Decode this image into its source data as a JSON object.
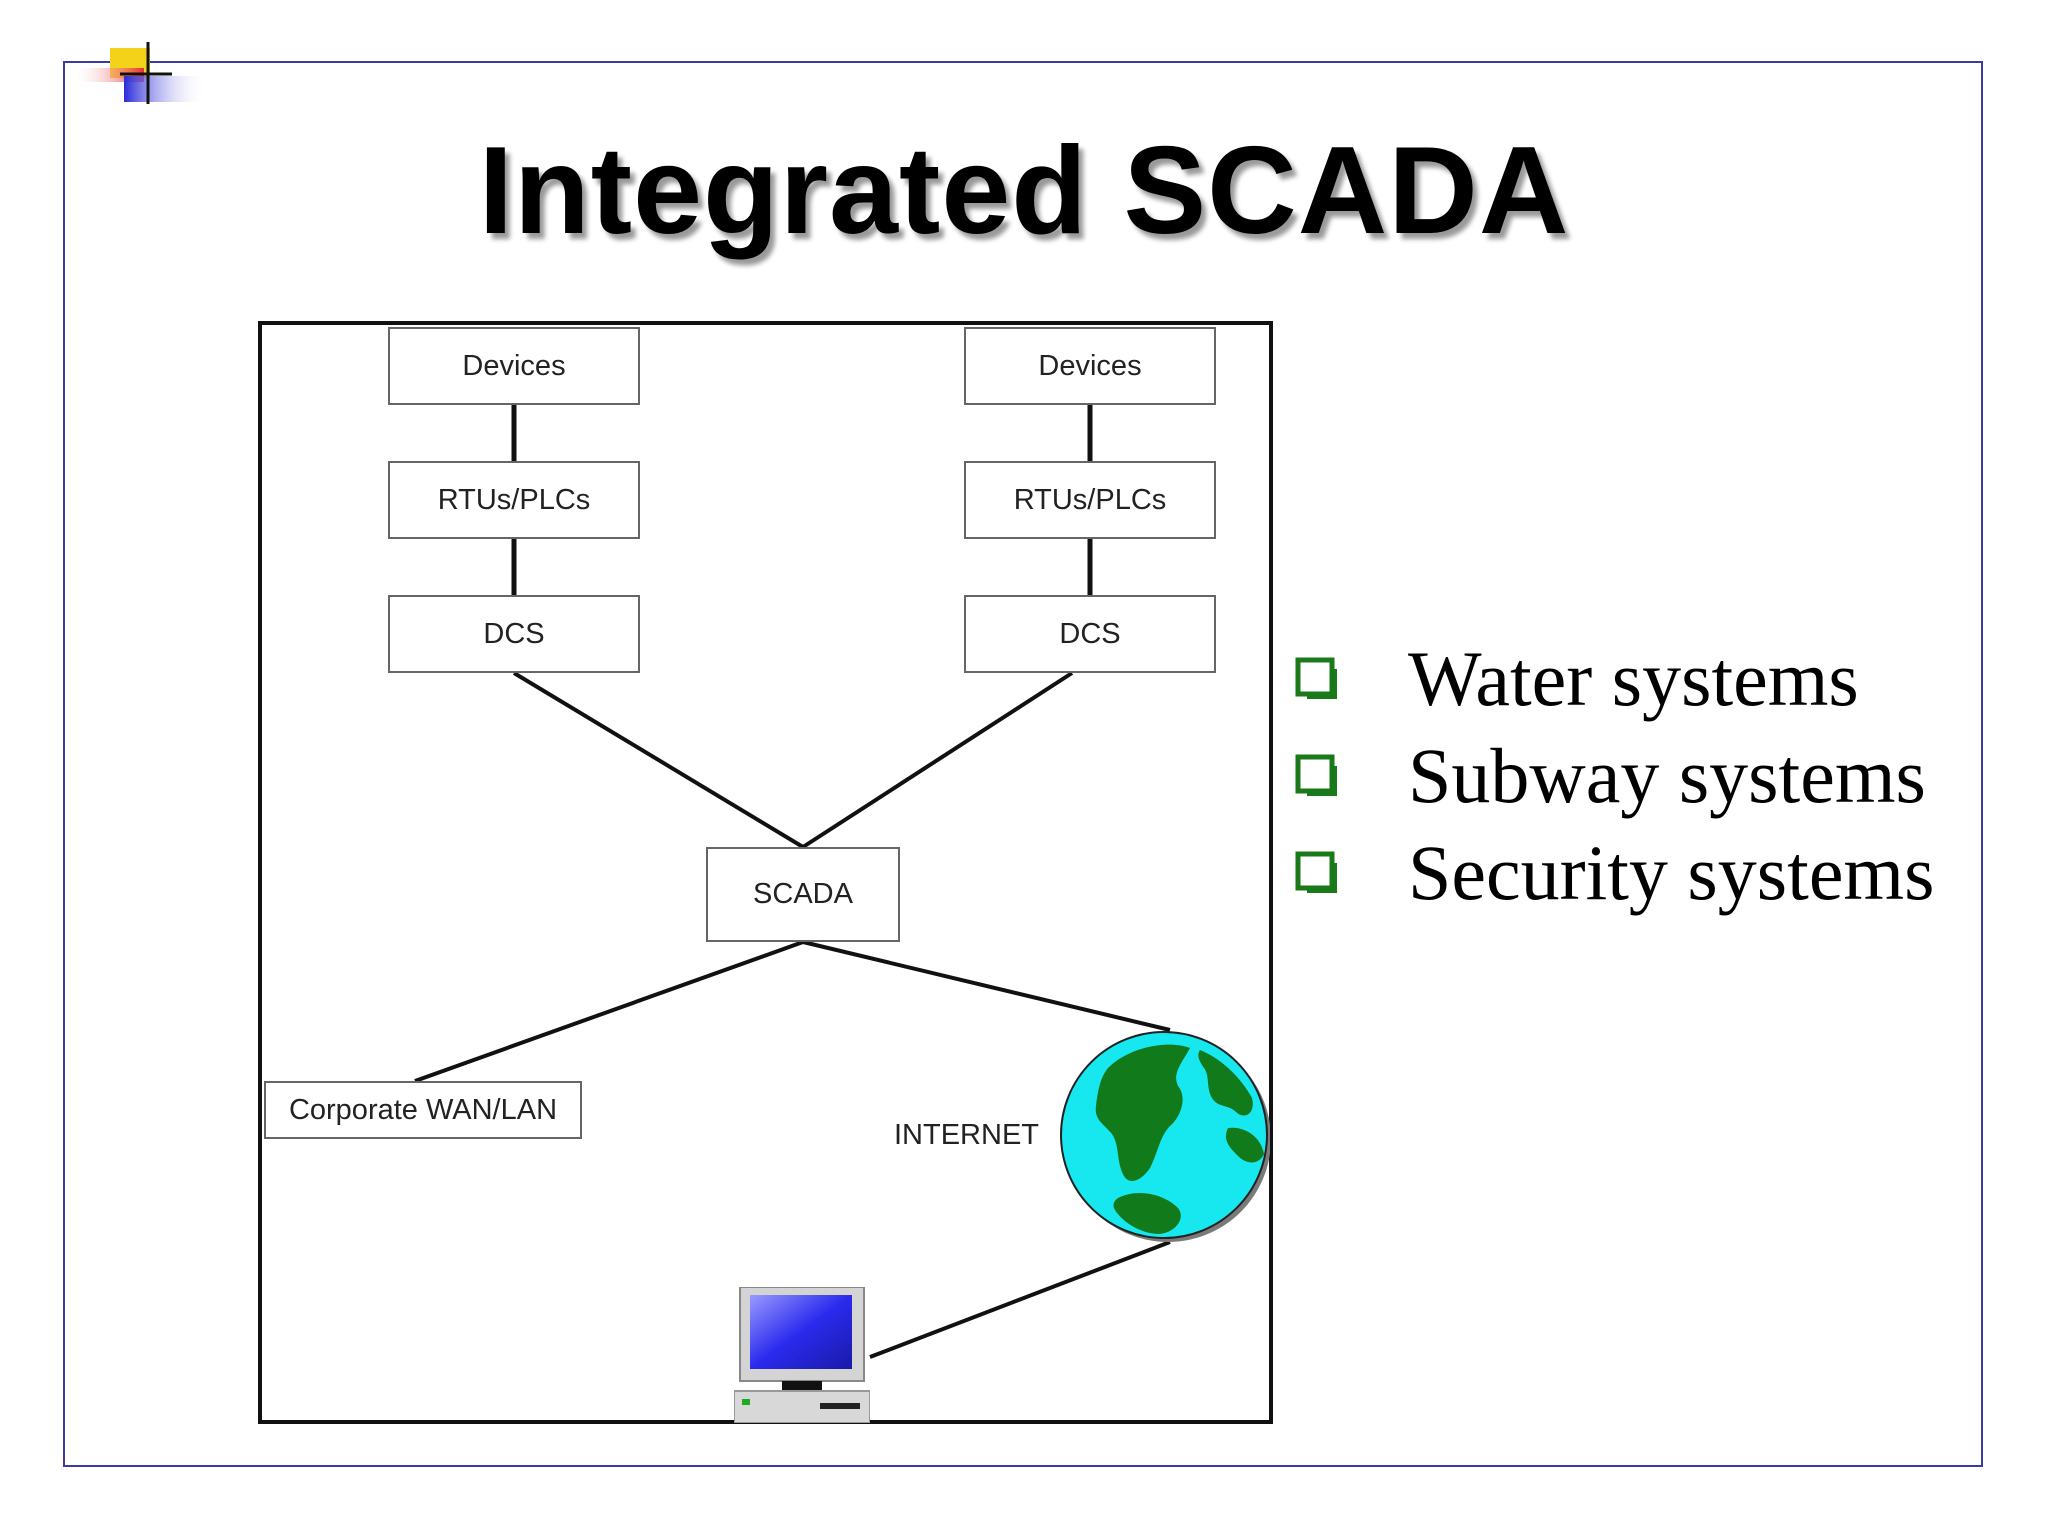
{
  "title": "Integrated SCADA",
  "diagram": {
    "devices_left": "Devices",
    "devices_right": "Devices",
    "rtu_left": "RTUs/PLCs",
    "rtu_right": "RTUs/PLCs",
    "dcs_left": "DCS",
    "dcs_right": "DCS",
    "scada": "SCADA",
    "corporate": "Corporate WAN/LAN",
    "internet": "INTERNET"
  },
  "bullets": [
    "Water systems",
    "Subway systems",
    "Security systems"
  ],
  "colors": {
    "frame": "#3a3aa8",
    "bullet_box": "#1a7a1a",
    "globe_ocean": "#17e8f0",
    "globe_land": "#117a1a",
    "monitor_screen": "#2a2aee"
  },
  "icons": {
    "logo": "slide-corner-logo",
    "bullet": "checkbox-icon",
    "globe": "globe-icon",
    "computer": "computer-icon"
  }
}
